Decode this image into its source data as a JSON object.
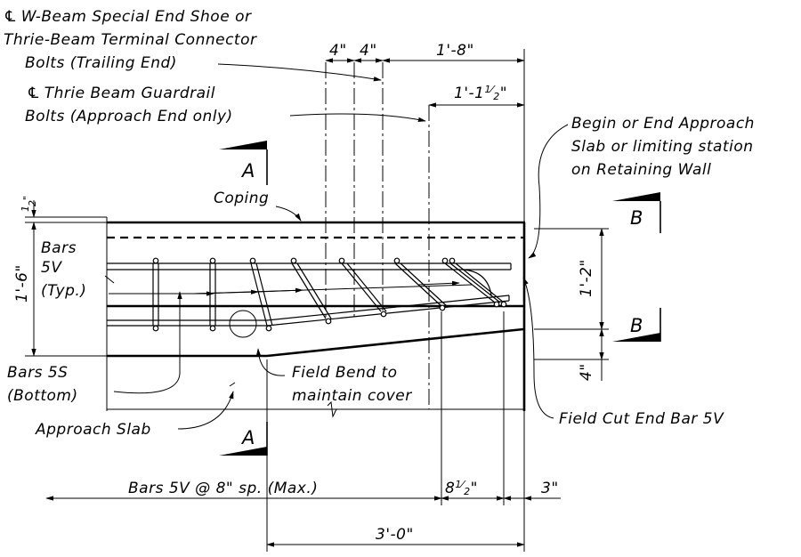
{
  "labels": {
    "wbeam_line1": "W-Beam Special End Shoe or",
    "wbeam_line2": "Thrie-Beam Terminal Connector",
    "wbeam_line3": "Bolts (Trailing End)",
    "thrie_line1": "Thrie Beam Guardrail",
    "thrie_line2": "Bolts (Approach End only)",
    "begin_line1": "Begin or End Approach",
    "begin_line2": "Slab or limiting station",
    "begin_line3": "on Retaining Wall",
    "coping": "Coping",
    "bars5v_line1": "Bars",
    "bars5v_line2": "5V",
    "bars5v_line3": "(Typ.)",
    "bars5s_line1": "Bars 5S",
    "bars5s_line2": "(Bottom)",
    "approach_slab": "Approach Slab",
    "field_bend_line1": "Field Bend to",
    "field_bend_line2": "maintain cover",
    "field_cut": "Field Cut End Bar 5V",
    "bars_spacing": "Bars 5V @ 8\" sp. (Max.)"
  },
  "dimensions": {
    "d4a": "4\"",
    "d4b": "4\"",
    "d1_8": "1'-8\"",
    "d1_1_main": "1'-1",
    "d1_1_num": "1",
    "d1_1_den": "2",
    "d1_1_end": "\"",
    "dhalf_num": "1",
    "dhalf_den": "2",
    "dhalf_end": "\"",
    "d1_6": "1'-6\"",
    "d1_2": "1'-2\"",
    "d4c": "4\"",
    "d8_main": "8",
    "d8_num": "1",
    "d8_den": "2",
    "d8_end": "\"",
    "d3": "3\"",
    "d3_0": "3'-0\""
  },
  "section_marks": {
    "a_top": "A",
    "a_bottom": "A",
    "b_top": "B",
    "b_bottom": "B"
  },
  "symbols": {
    "centerline": "℄"
  }
}
